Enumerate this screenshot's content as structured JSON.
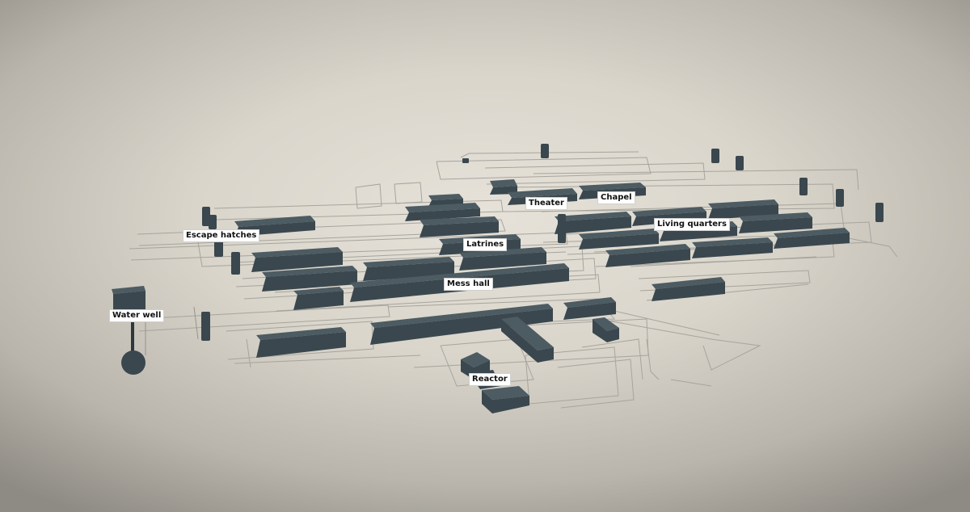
{
  "labels": {
    "escape_hatches": "Escape hatches",
    "latrines": "Latrines",
    "theater": "Theater",
    "chapel": "Chapel",
    "living_quarters": "Living quarters",
    "mess_hall": "Mess hall",
    "water_well": "Water well",
    "reactor": "Reactor"
  },
  "colors": {
    "building": "#3a474e",
    "wireframe": "#a7a49d",
    "label_bg": "#ffffff"
  }
}
